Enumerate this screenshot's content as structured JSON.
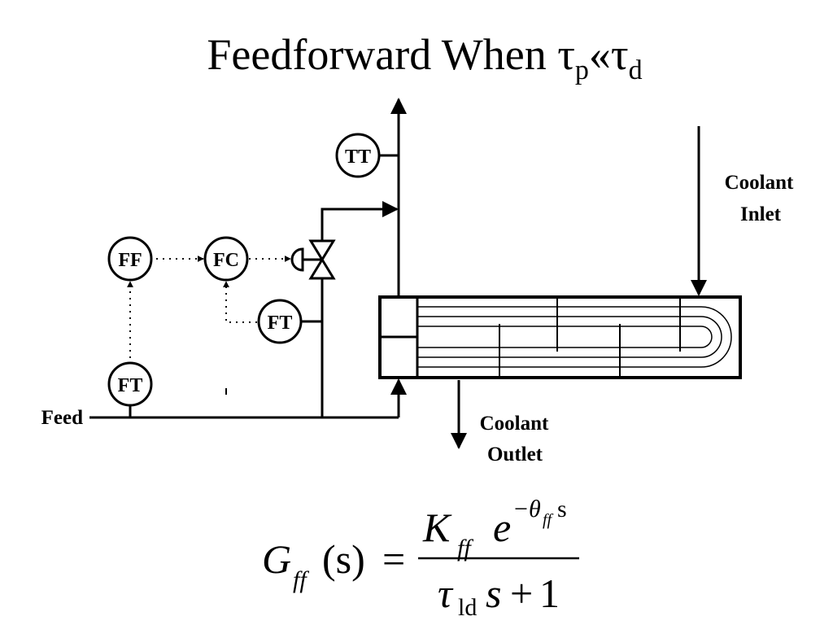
{
  "title": {
    "main": "Feedforward When τ",
    "sub1": "p",
    "middle": "«τ",
    "sub2": "d"
  },
  "labels": {
    "feed": "Feed",
    "coolant_inlet_line1": "Coolant",
    "coolant_inlet_line2": "Inlet",
    "coolant_outlet_line1": "Coolant",
    "coolant_outlet_line2": "Outlet"
  },
  "instruments": {
    "tt": "TT",
    "ff": "FF",
    "fc": "FC",
    "ft_upper": "FT",
    "ft_lower": "FT"
  },
  "equation": {
    "lhs_G": "G",
    "lhs_sub": "ff",
    "lhs_args": "(s)",
    "equals": "=",
    "num_K": "K",
    "num_K_sub": "ff",
    "num_e": "e",
    "num_exp_minus": "−",
    "num_exp_theta": "θ",
    "num_exp_sub": "ff",
    "num_exp_s": "s",
    "den_tau": "τ",
    "den_sub": "ld",
    "den_s": "s",
    "den_plus": "+",
    "den_one": "1"
  }
}
